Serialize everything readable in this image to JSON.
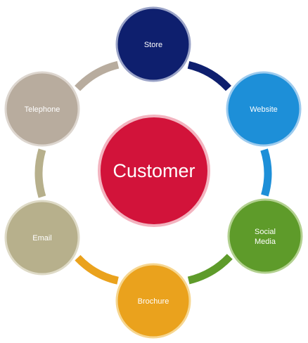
{
  "center": {
    "label": "Customer",
    "color": "#D2133A"
  },
  "nodes": [
    {
      "id": "store",
      "lines": [
        "Store"
      ],
      "color": "#0E1F6E",
      "border": "#9AA3C7"
    },
    {
      "id": "website",
      "lines": [
        "Website"
      ],
      "color": "#1D8FD8",
      "border": "#9DCBEE"
    },
    {
      "id": "social-media",
      "lines": [
        "Social",
        "Media"
      ],
      "color": "#5E9B2A",
      "border": "#B2D08F"
    },
    {
      "id": "brochure",
      "lines": [
        "Brochure"
      ],
      "color": "#EAA21D",
      "border": "#F6D690"
    },
    {
      "id": "email",
      "lines": [
        "Email"
      ],
      "color": "#B7B08C",
      "border": "#DEDAC6"
    },
    {
      "id": "telephone",
      "lines": [
        "Telephone"
      ],
      "color": "#B8AC9E",
      "border": "#DDD6CF"
    }
  ],
  "connectors": [
    {
      "from": "store",
      "to": "website",
      "color": "#0E1F6E"
    },
    {
      "from": "website",
      "to": "social-media",
      "color": "#1D8FD8"
    },
    {
      "from": "social-media",
      "to": "brochure",
      "color": "#5E9B2A"
    },
    {
      "from": "brochure",
      "to": "email",
      "color": "#EAA21D"
    },
    {
      "from": "email",
      "to": "telephone",
      "color": "#B7B08C"
    },
    {
      "from": "telephone",
      "to": "store",
      "color": "#B8AC9E"
    }
  ]
}
